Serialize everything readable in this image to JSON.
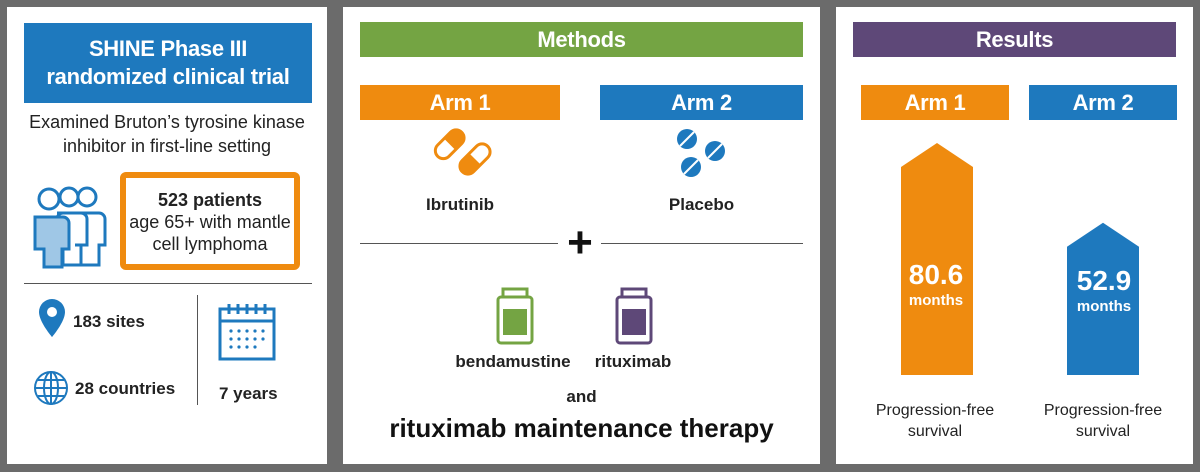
{
  "trial": {
    "title_line1": "SHINE Phase III",
    "title_line2": "randomized clinical trial",
    "desc_line1": "Examined Bruton’s tyrosine kinase",
    "desc_line2": "inhibitor in first-line setting",
    "patients_count": "523 patients",
    "patients_line2": "age 65+ with mantle",
    "patients_line3": "cell lymphoma",
    "sites": "183 sites",
    "countries": "28 countries",
    "years": "7 years"
  },
  "methods": {
    "title": "Methods",
    "arm1_label": "Arm 1",
    "arm2_label": "Arm 2",
    "arm1_drug": "Ibrutinib",
    "arm2_drug": "Placebo",
    "plus_symbol": "+",
    "drug_a": "bendamustine",
    "drug_b": "rituximab",
    "and_text": "and",
    "maintenance": "rituximab maintenance therapy"
  },
  "results": {
    "title": "Results",
    "arm1_label": "Arm 1",
    "arm2_label": "Arm 2",
    "arm1_value": "80.6",
    "arm1_unit": "months",
    "arm2_value": "52.9",
    "arm2_unit": "months",
    "arm1_caption_line1": "Progression-free",
    "arm1_caption_line2": "survival",
    "arm2_caption_line1": "Progression-free",
    "arm2_caption_line2": "survival"
  },
  "colors": {
    "blue": "#1e79be",
    "green": "#74a443",
    "purple": "#5e4878",
    "orange": "#ef8b0f"
  }
}
